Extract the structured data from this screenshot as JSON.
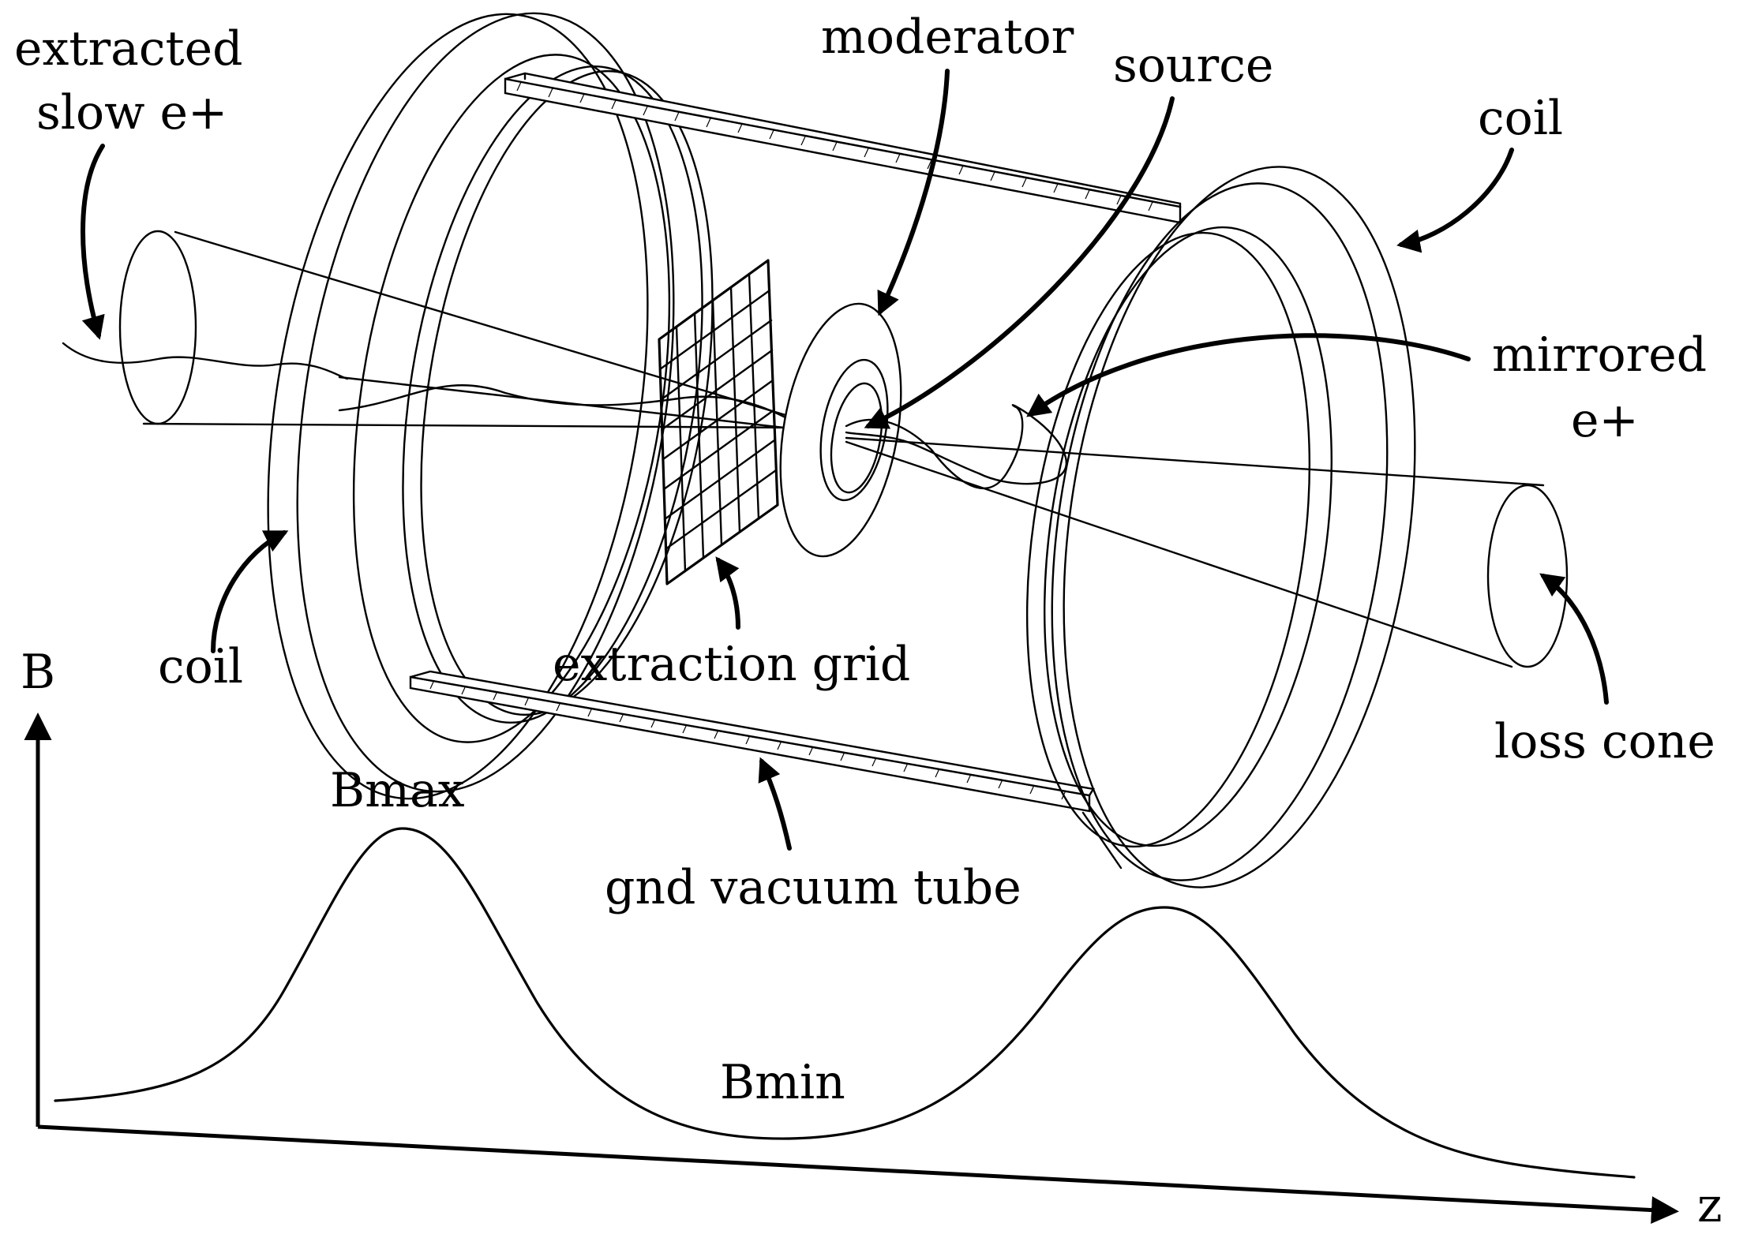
{
  "labels": {
    "extracted": "extracted",
    "slow_e": "slow e+",
    "moderator": "moderator",
    "source": "source",
    "coil_right": "coil",
    "mirrored": "mirrored",
    "mirrored_e": "e+",
    "coil_left": "coil",
    "extraction_grid": "extraction grid",
    "loss_cone": "loss cone",
    "gnd_vacuum_tube": "gnd vacuum tube",
    "bmax": "Bmax",
    "bmin": "Bmin",
    "axis_b": "B",
    "axis_z": "z"
  },
  "colors": {
    "stroke": "#000000",
    "background": "#ffffff"
  }
}
